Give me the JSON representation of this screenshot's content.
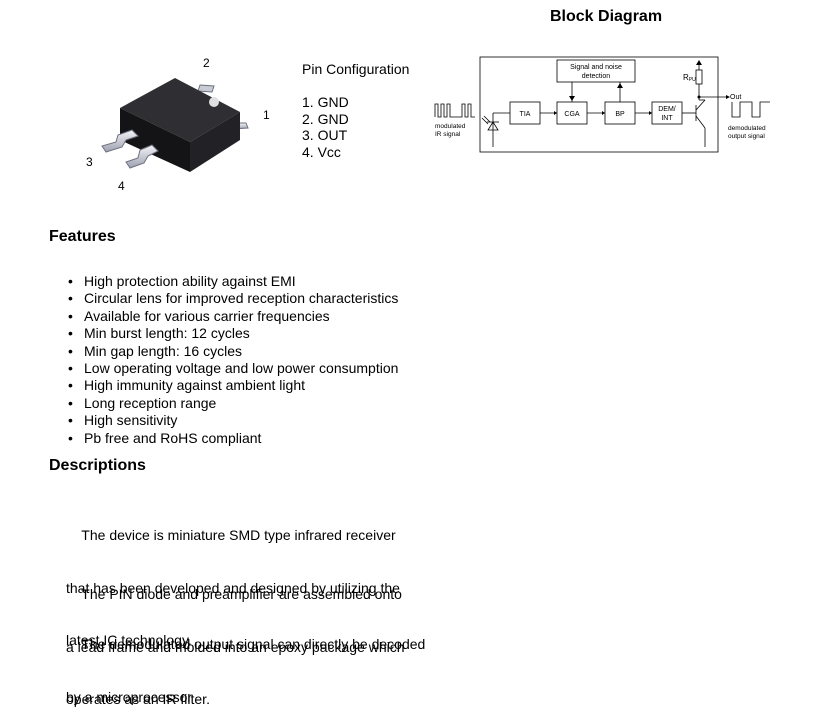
{
  "block_diagram": {
    "title": "Block Diagram",
    "labels": {
      "detection": [
        "Signal and noise",
        "detection"
      ],
      "rpu": "R",
      "rpu_sub": "PU",
      "out": "Out",
      "tia": "TIA",
      "cga": "CGA",
      "bp": "BP",
      "demint": [
        "DEM/",
        "INT"
      ],
      "modulated": [
        "modulated",
        "IR signal"
      ],
      "demodulated": [
        "demodulated",
        "output signal"
      ]
    }
  },
  "package": {
    "pin_numbers": [
      "1",
      "2",
      "3",
      "4"
    ]
  },
  "pin_config": {
    "title": "Pin Configuration",
    "pins": [
      "1. GND",
      "2. GND",
      "3. OUT",
      "4. Vcc"
    ]
  },
  "features": {
    "heading": "Features",
    "items": [
      "High protection ability against EMI",
      "Circular lens for improved reception characteristics",
      "Available for various carrier frequencies",
      "Min burst length: 12 cycles",
      "Min gap length: 16 cycles",
      "Low operating voltage and low power consumption",
      "High immunity against ambient light",
      "Long reception range",
      "High sensitivity",
      "Pb free and RoHS compliant"
    ]
  },
  "descriptions": {
    "heading": "Descriptions",
    "paragraphs": [
      [
        "    The device is miniature SMD type infrared receiver",
        "that has been developed and designed by utilizing the",
        "latest IC technology."
      ],
      [
        "    The PIN diode and preamplifier are assembled onto",
        "a lead frame and molded into an epoxy package which",
        "operates as an IR filter."
      ],
      [
        "    The demodulated output signal can directly be decoded",
        "by a microprocessor"
      ]
    ]
  }
}
